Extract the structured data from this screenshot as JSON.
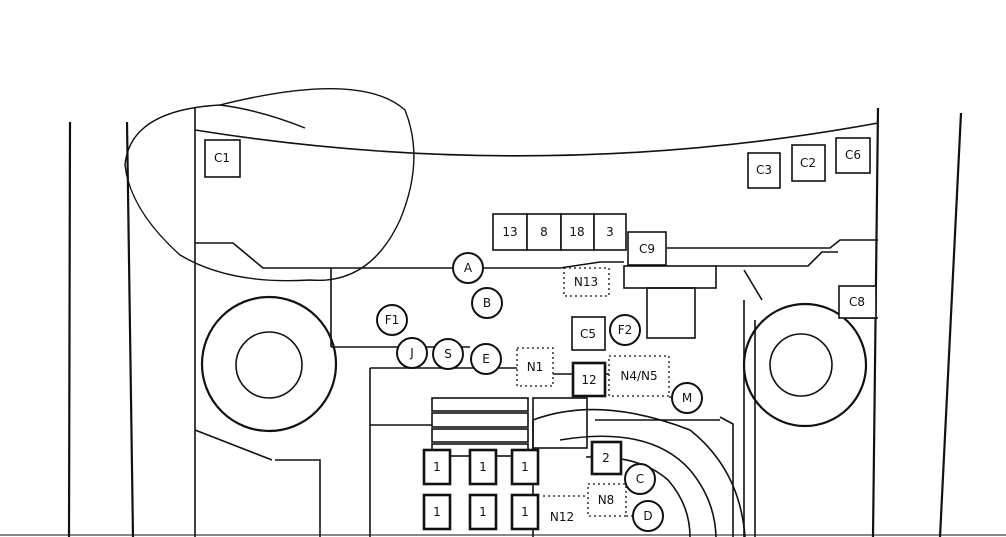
{
  "boxes": {
    "c1": "C1",
    "c2": "C2",
    "c3": "C3",
    "c5": "C5",
    "c6": "C6",
    "c8": "C8",
    "c9": "C9",
    "f13": "13",
    "f8": "8",
    "f18": "18",
    "f3": "3",
    "f12": "12",
    "f2": "2",
    "f1": "1"
  },
  "dotted": {
    "n1": "N1",
    "n13": "N13",
    "n4n5": "N4/N5",
    "n8": "N8",
    "n12": "N12"
  },
  "circles": {
    "a": "A",
    "b": "B",
    "c": "C",
    "d": "D",
    "e": "E",
    "j": "J",
    "s": "S",
    "m": "M",
    "f1": "F1",
    "f2": "F2"
  }
}
